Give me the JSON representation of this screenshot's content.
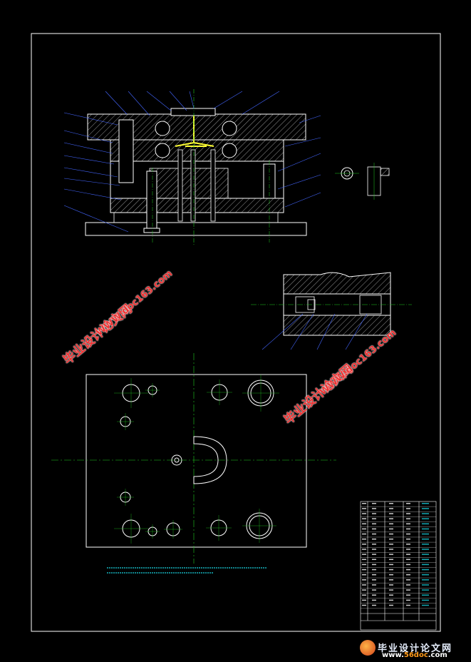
{
  "watermarks": [
    {
      "cn": "毕业设计论文网",
      "url": "WWW.doc163.com"
    },
    {
      "cn": "毕业设计论文网",
      "url": "WWW.doc163.com"
    }
  ],
  "footer": {
    "brand_cn": "毕业设计论文网",
    "url_prefix": "www.",
    "url_domain": "56doc",
    "url_suffix": ".com"
  },
  "colors": {
    "background": "#000000",
    "outline": "#ffffff",
    "centerline": "#22cc22",
    "leader": "#4466ff",
    "highlight": "#ffff33",
    "notes": "#19d3e0",
    "watermark": "#ee3333"
  }
}
